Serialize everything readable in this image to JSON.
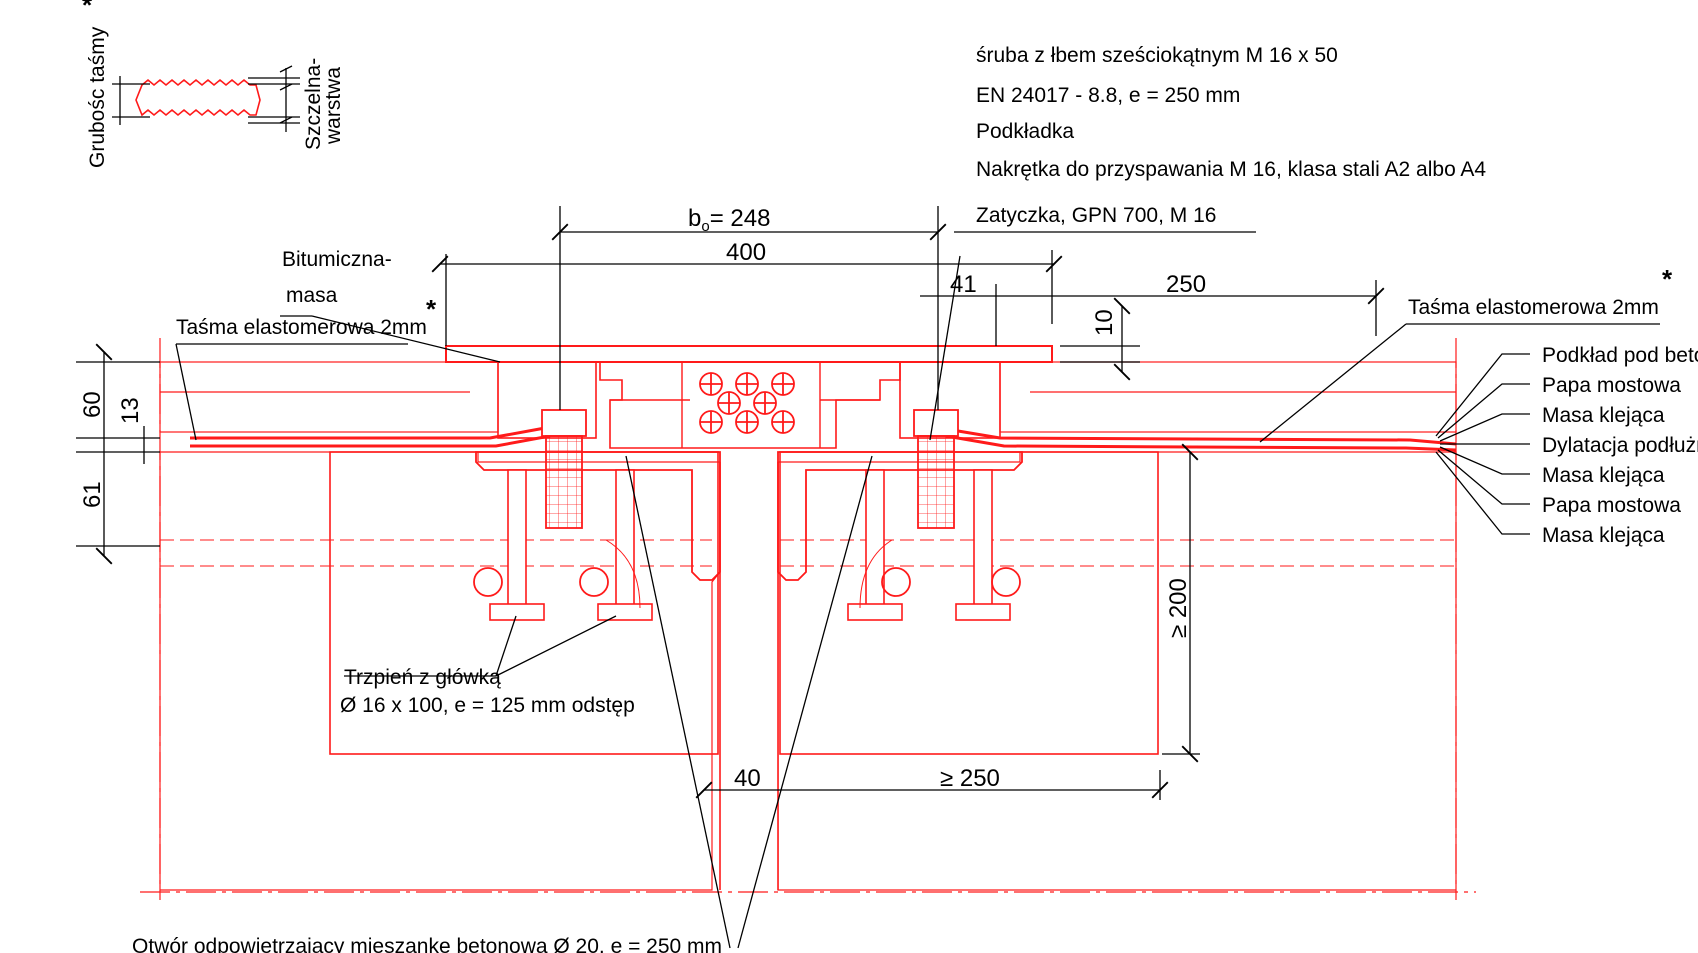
{
  "legend": {
    "thickness_label": "Grubośc taśmy",
    "sealing_label_1": "Szczelna-",
    "sealing_label_2": "warstwa",
    "star": "*"
  },
  "callouts": {
    "bolt": "śruba z łbem sześciokątnym M 16 x 50",
    "standard": "EN 24017 - 8.8, e = 250 mm",
    "washer": "Podkładka",
    "nut": "Nakrętka do przyspawania M 16, klasa stali A2 albo A4",
    "plug": "Zatyczka, GPN 700, M 16",
    "bitumen_1": "Bitumiczna-",
    "bitumen_2": "masa",
    "tape_left": "Taśma elastomerowa 2mm",
    "tape_right": "Taśma elastomerowa 2mm",
    "stud_1": "Trzpień z główką",
    "stud_2": "Ø 16 x 100, e = 125 mm odstęp",
    "vent_hole": "Otwór odpowietrzający mieszankę betonową Ø 20, e = 250 mm",
    "star": "*"
  },
  "layers": [
    "Podkład pod betonu",
    "Papa mostowa",
    "Masa klejąca",
    "Dylatacja podłużna",
    "Masa klejąca",
    "Papa mostowa",
    "Masa klejąca"
  ],
  "dimensions": {
    "b0_prefix": "b",
    "b0_sub": "o",
    "b0_value": "= 248",
    "width_400": "400",
    "d41": "41",
    "d250": "250",
    "d10": "10",
    "d60": "60",
    "d13": "13",
    "d61": "61",
    "d200": "≥ 200",
    "gap40": "40",
    "d250b": "≥ 250"
  },
  "colors": {
    "drawing": "#ff1a1a",
    "text": "#000000",
    "background": "#ffffff"
  }
}
